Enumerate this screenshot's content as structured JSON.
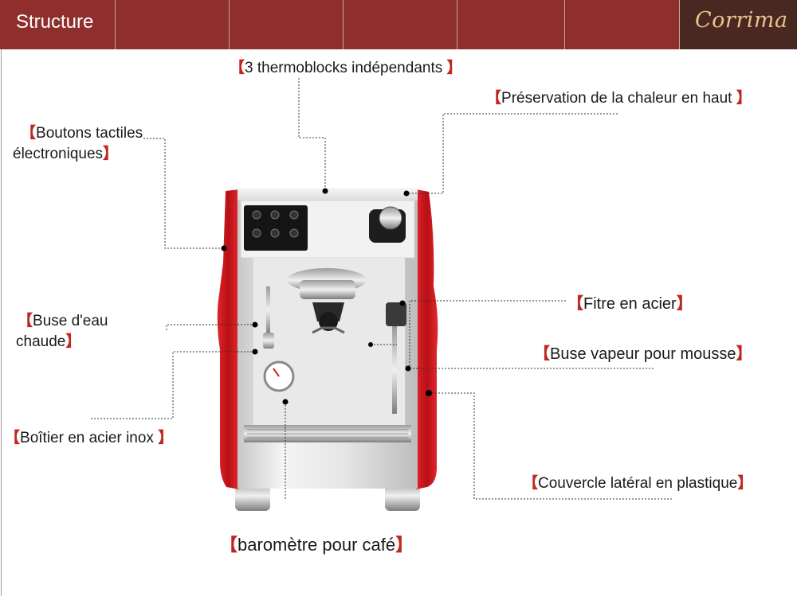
{
  "header": {
    "title": "Structure",
    "logo": "Corrima"
  },
  "labels": {
    "thermoblocks": "3 thermoblocks indépendants",
    "heat_preservation": "Préservation de la chaleur en haut",
    "touch_buttons_line1": "Boutons tactiles",
    "touch_buttons_line2": "électroniques",
    "hot_water_line1": "Buse  d'eau",
    "hot_water_line2": "chaude",
    "steel_filter": "Fitre en acier",
    "steam_wand": "Buse vapeur pour mousse",
    "stainless_case": "Boîtier en acier inox",
    "side_cover": "Couvercle latéral en plastique",
    "barometer": "baromètre pour café"
  },
  "colors": {
    "header": "#8f2f2d",
    "logo_bg": "#4a2822",
    "bracket": "#c0281f",
    "machine_red": "#c8141c"
  }
}
